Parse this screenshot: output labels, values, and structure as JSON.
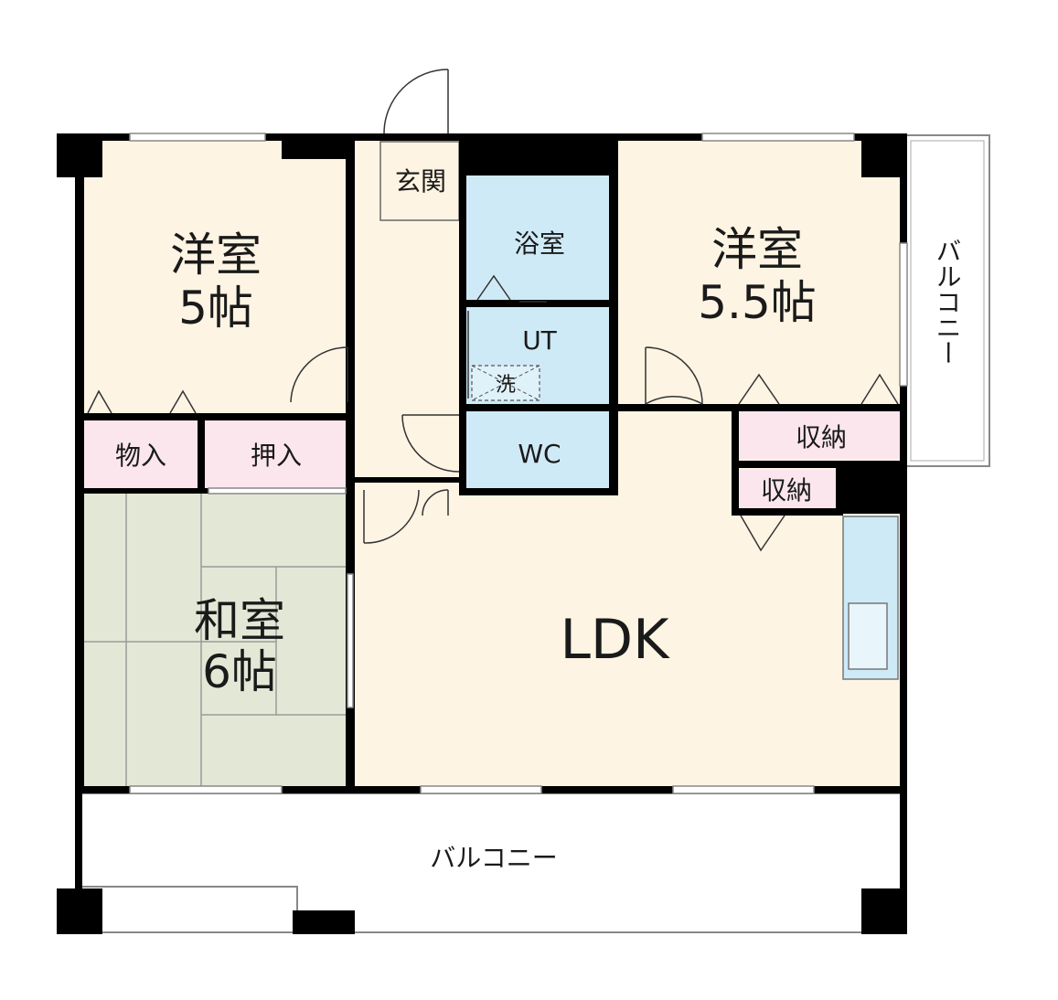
{
  "colors": {
    "wall": "#000000",
    "western_room": "#fdf4e3",
    "wet_area": "#cfeaf7",
    "storage": "#fbe6ee",
    "tatami": "#e3e8d6",
    "balcony": "#ffffff",
    "window": "#ffffff"
  },
  "rooms": {
    "western_a": {
      "name": "洋室",
      "size": "5帖"
    },
    "western_b": {
      "name": "洋室",
      "size": "5.5帖"
    },
    "japanese": {
      "name": "和室",
      "size": "6帖"
    },
    "ldk": {
      "name": "LDK"
    },
    "genkan": {
      "name": "玄関"
    },
    "bath": {
      "name": "浴室"
    },
    "ut": {
      "name": "UT"
    },
    "washer": {
      "name": "洗"
    },
    "wc": {
      "name": "WC"
    },
    "closet_a": {
      "name": "物入"
    },
    "closet_b": {
      "name": "押入"
    },
    "storage_a": {
      "name": "収納"
    },
    "storage_b": {
      "name": "収納"
    },
    "balcony_south": {
      "name": "バルコニー"
    },
    "balcony_east": {
      "name": "バルコニー"
    }
  }
}
